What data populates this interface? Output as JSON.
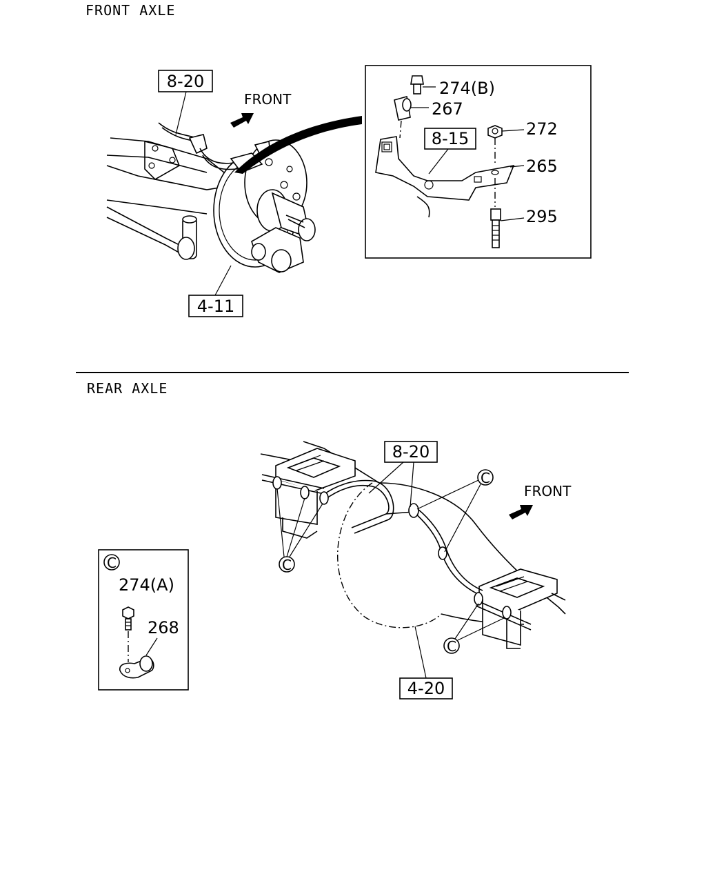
{
  "sections": {
    "front": {
      "title": "FRONT AXLE",
      "front_label": "FRONT"
    },
    "rear": {
      "title": "REAR AXLE",
      "front_label": "FRONT"
    }
  },
  "front_refs": {
    "ref_8_20": "8-20",
    "ref_4_11": "4-11",
    "ref_8_15": "8-15"
  },
  "front_parts": {
    "p274b": "274(B)",
    "p267": "267",
    "p272": "272",
    "p265": "265",
    "p295": "295"
  },
  "rear_refs": {
    "ref_8_20": "8-20",
    "ref_4_20": "4-20"
  },
  "rear_parts": {
    "p274a": "274(A)",
    "p268": "268"
  },
  "callout_letter": "C"
}
